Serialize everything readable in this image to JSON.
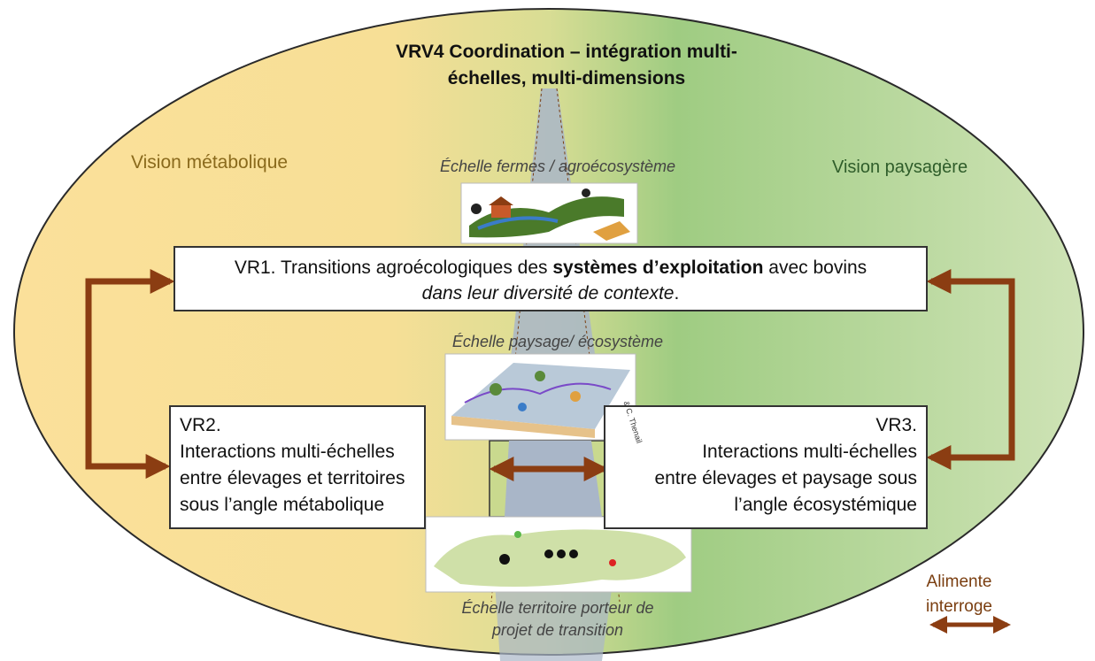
{
  "title_line1": "VRV4 Coordination – intégration multi-",
  "title_line2": "échelles, multi-dimensions",
  "vision_left": "Vision métabolique",
  "vision_right": "Vision paysagère",
  "scale_farm": "Échelle fermes / agroécosystème",
  "scale_landscape": "Échelle paysage/ écosystème",
  "scale_territory_line1": "Échelle territoire porteur de",
  "scale_territory_line2": "projet de transition",
  "vr1": {
    "part1": "VR1. Transitions agroécologiques des ",
    "bold": "systèmes d’exploitation",
    "part2": " avec bovins",
    "italic": "dans leur diversité de contexte",
    "end": "."
  },
  "vr2": {
    "heading": "VR2.",
    "line1": "Interactions multi-échelles",
    "line2": "entre élevages et territoires",
    "line3": "sous l’angle métabolique"
  },
  "vr3": {
    "heading": "VR3.",
    "line1": "Interactions multi-échelles",
    "line2": "entre élevages et paysage sous",
    "line3": "l’angle écosystémique"
  },
  "credit": "& C. Thenail",
  "legend_line1": "Alimente",
  "legend_line2": "interroge",
  "colors": {
    "ellipse_left": "#fbe09a",
    "ellipse_right": "#c7dfa8",
    "ellipse_mid": "#9fcc82",
    "arrow": "#8b3d12",
    "road": "#a9b6c8"
  }
}
